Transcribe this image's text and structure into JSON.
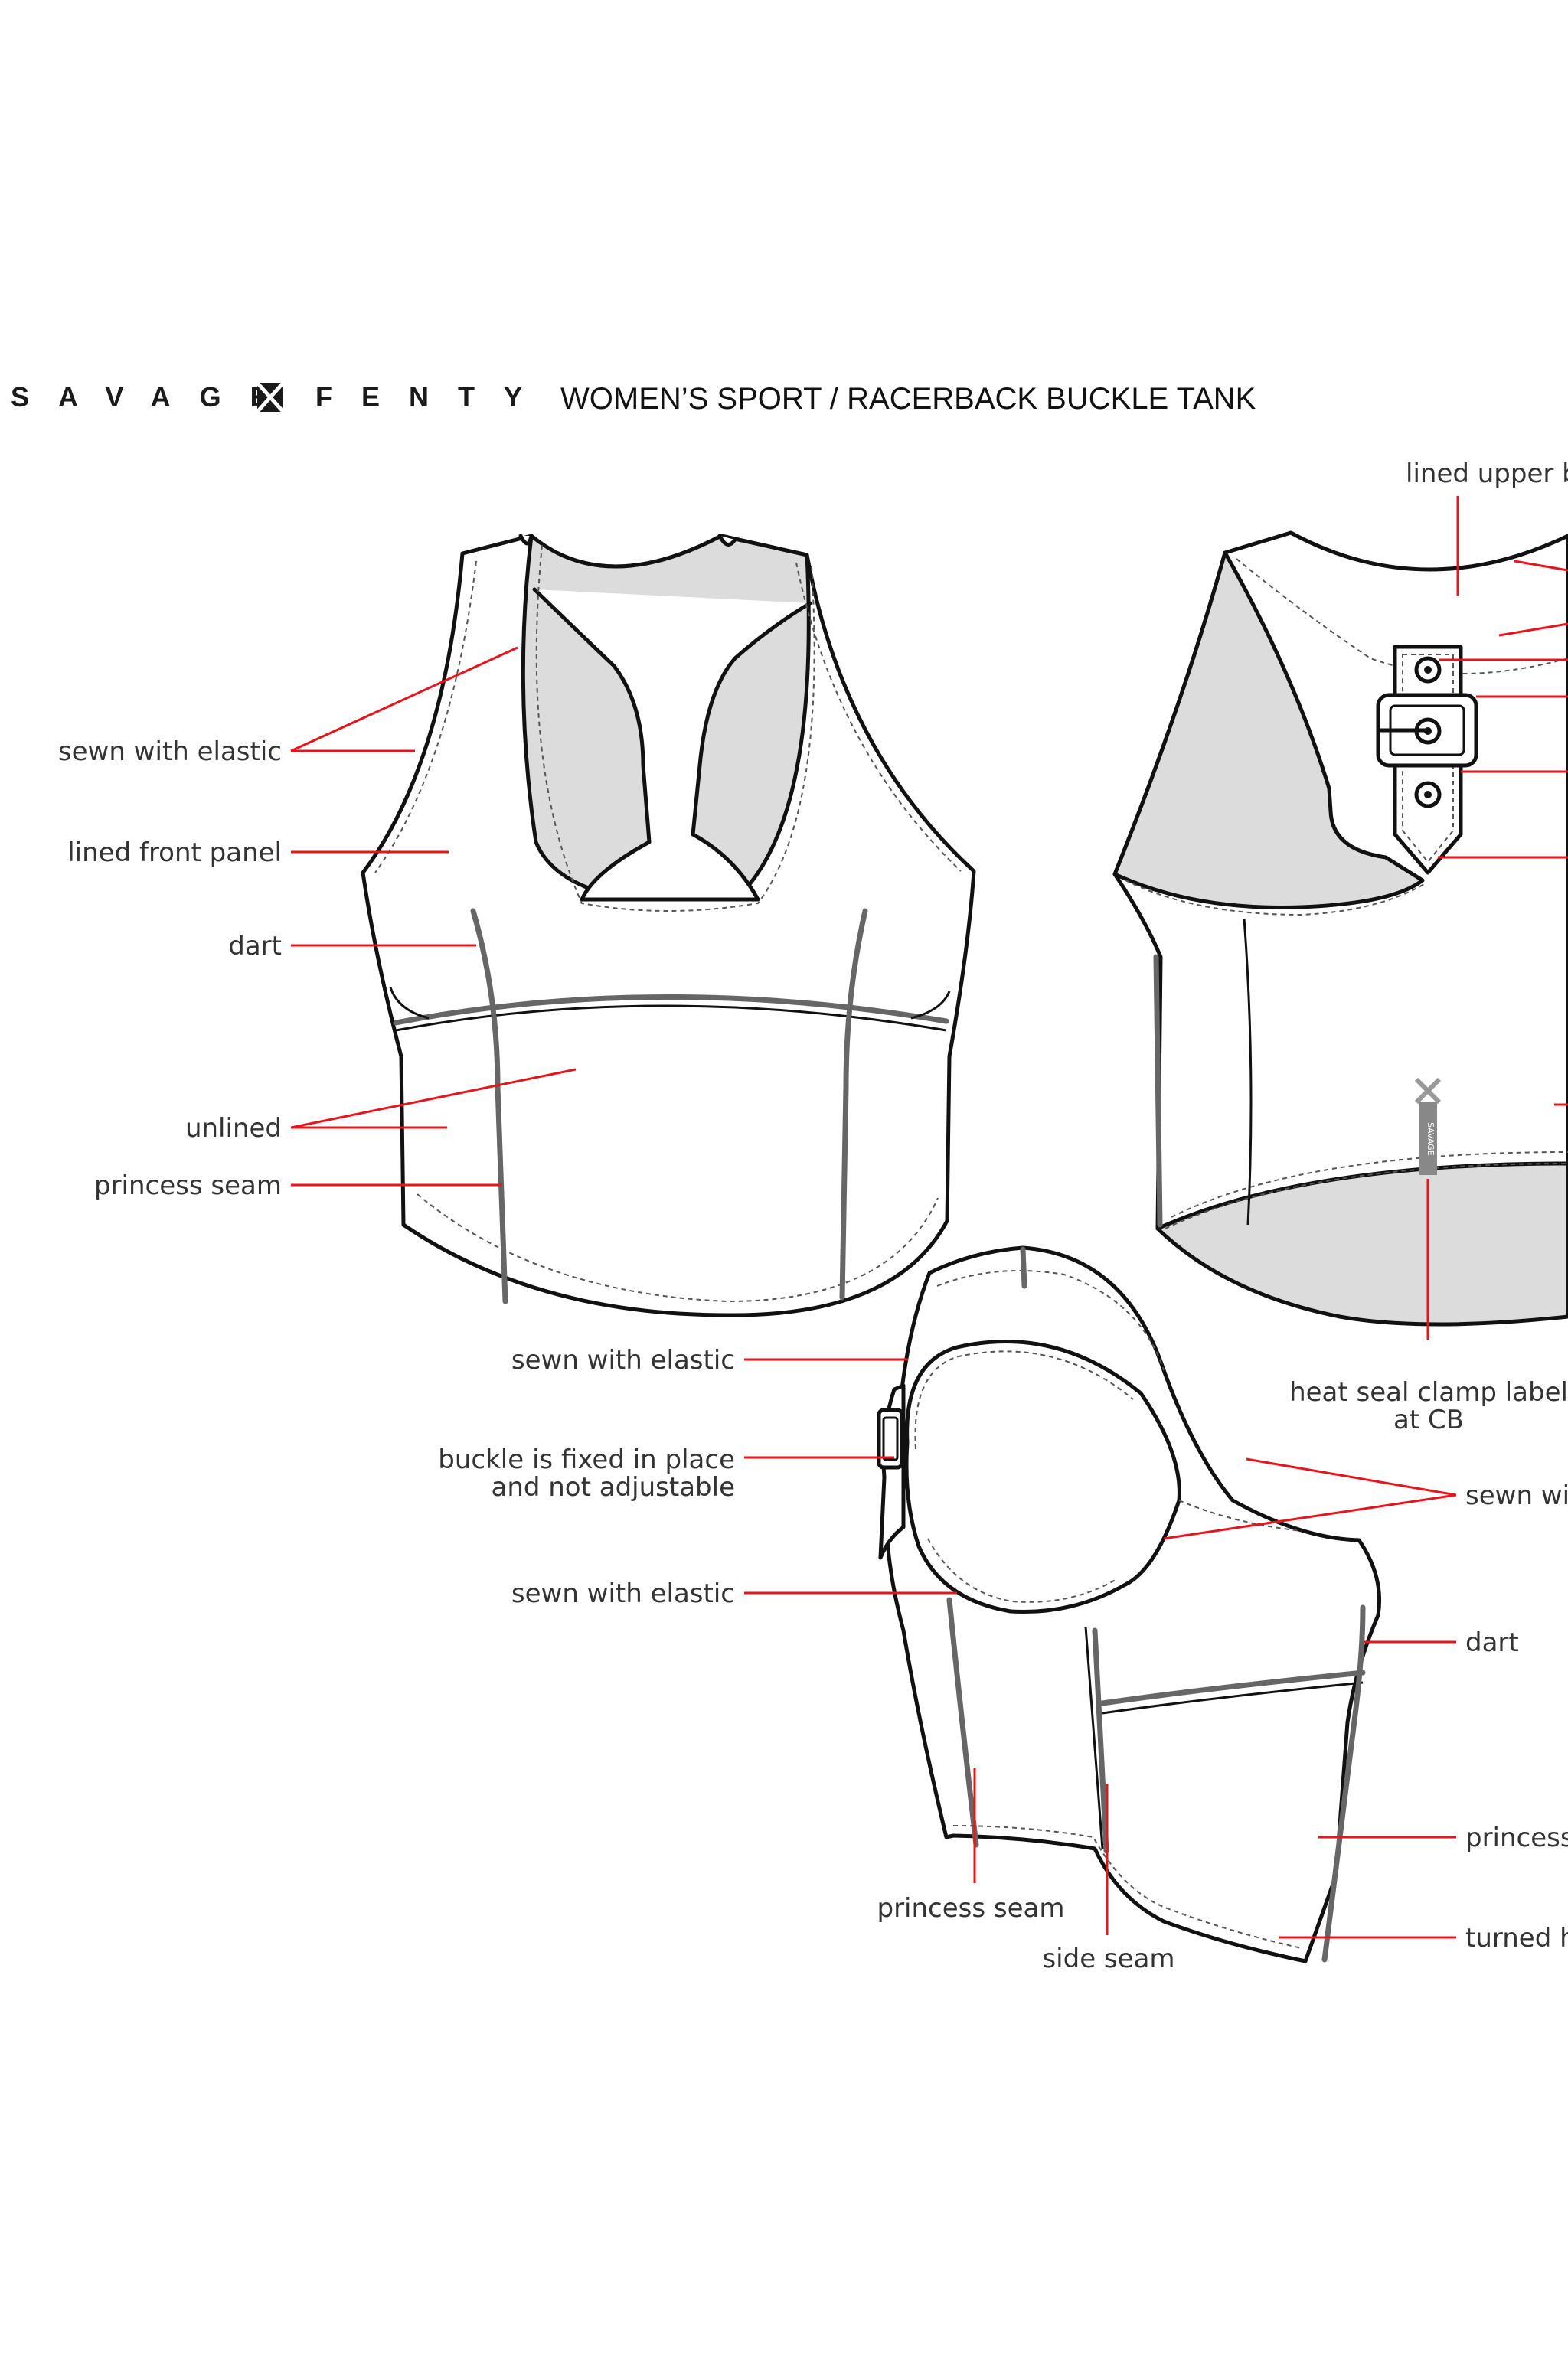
{
  "header": {
    "brand_left": "SAVAGE",
    "brand_right": "FENTY",
    "title": "WOMEN’S SPORT / RACERBACK BUCKLE TANK"
  },
  "front_view": {
    "labels": {
      "sewn_with_elastic": "sewn with elastic",
      "lined_front_panel": "lined front panel",
      "dart": "dart",
      "unlined": "unlined",
      "princess_seam": "princess seam"
    }
  },
  "back_view": {
    "labels": {
      "lined_upper_back": "lined upper b",
      "heat_seal_line1": "heat seal clamp label",
      "heat_seal_line2": "at CB",
      "logo_text": "SAVAGE"
    }
  },
  "side_view": {
    "labels": {
      "sewn_with_elastic_top": "sewn with elastic",
      "buckle_line1": "buckle is fixed in place",
      "buckle_line2": "and not adjustable",
      "sewn_with_elastic_bottom": "sewn with elastic",
      "sewn_with_right": "sewn wit",
      "dart": "dart",
      "princess_right": "princess",
      "turned_hem": "turned h",
      "princess_seam_bottom": "princess seam",
      "side_seam": "side seam"
    }
  },
  "colors": {
    "leader_line": "#e8141c",
    "outline": "#111111",
    "lining_fill": "#dcdcdc"
  }
}
